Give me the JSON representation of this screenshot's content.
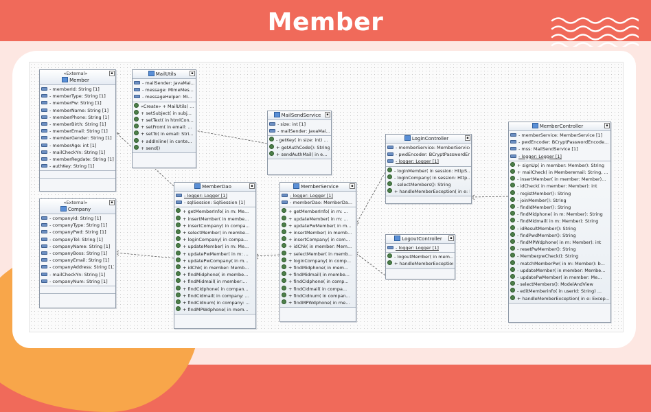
{
  "slide": {
    "title": "Member"
  },
  "classes": {
    "member": {
      "stereotype": "«External»",
      "name": "Member",
      "fields": [
        "- memberId: String [1]",
        "- memberType: String [1]",
        "- memberPw: String [1]",
        "- memberName: String [1]",
        "- memberPhone: String [1]",
        "- memberBirth: String [1]",
        "- memberEmail: String [1]",
        "- memberGender: String [1]",
        "- memberAge: int [1]",
        "- mailCheckYn: String [1]",
        "- memberRegdate: String [1]",
        "- authKey: String [1]"
      ]
    },
    "company": {
      "stereotype": "«External»",
      "name": "Company",
      "fields": [
        "- companyId: String [1]",
        "- companyType: String [1]",
        "- companyPwd: String [1]",
        "- companyTel: String [1]",
        "- companyName: String [1]",
        "- companyBoss: String [1]",
        "- companyEmail: String [1]",
        "- companyAddress: String [1]",
        "- mailCheckYn: String [1]",
        "- companyNum: String [1]"
      ]
    },
    "mailutils": {
      "name": "MailUtils",
      "fields": [
        "- mailSender: JavaMai...",
        "- message: MimeMes...",
        "- messageHelper: Mi..."
      ],
      "operations": [
        "«Create» + MailUtils( ...",
        "+ setSubject( in subj...",
        "+ setText( in htmlCon...",
        "+ setFrom( in email: ...",
        "+ setTo( in email: Stri...",
        "+ addInline( in conte...",
        "+ send()"
      ]
    },
    "mailsendservice": {
      "name": "MailSendService",
      "fields": [
        "- size: int [1]",
        "- mailSender: JavaMai..."
      ],
      "operations": [
        "- getKey( in size: int) ...",
        "+ getAuthCode(): String",
        "+ sendAuthMail( in e..."
      ]
    },
    "membercontroller": {
      "name": "MemberController",
      "fields": [
        "- memberService: MemberService [1]",
        "- pwdEncoder: BCryptPasswordEncode...",
        "- mss: MailSendService [1]",
        "- logger: Logger [1]"
      ],
      "operations": [
        "+ signUp( in member: Member): String",
        "+ mailCheck( in Memberemail: String, ...",
        "- insertMember( in member: Member)...",
        "- idCheck( in member: Member): int",
        "- registMember(): String",
        "- joinMember(): String",
        "- findIdMember(): String",
        "- findMidphone( in m: Member): String",
        "- findMidmail( in m: Member): String",
        "- idResultMember(): String",
        "- findPwdMember(): String",
        "- findMPWdphone( in m: Member): int",
        "- resetPwMember(): String",
        "- MemberpwCheck(): String",
        "- matchMemberPw( in m: Member): b...",
        "- updateMember( in member: Membe...",
        "- updatePwMember( in member: Me...",
        "- selectMembers(): ModelAndView",
        "- editMemberinfo( in userId: String) ...",
        "+ handleMemberException( in e: Excep..."
      ]
    },
    "logincontroller": {
      "name": "LoginController",
      "fields": [
        "- memberService: MemberService ...",
        "- pwdEncoder: BCryptPasswordEn...",
        "- logger: Logger [1]"
      ],
      "operations": [
        "- loginMember( in session: HttpS...",
        "- loginCompany( in session: Http...",
        "- selectMembers(): String",
        "+ handleMemberException( in e: E..."
      ]
    },
    "logoutcontroller": {
      "name": "LogoutController",
      "fields": [
        "- logger: Logger [1]"
      ],
      "operations": [
        "- logoutMember( in mem...",
        "+ handleMemberException..."
      ]
    },
    "memberservice": {
      "name": "MemberService",
      "fields": [
        "- logger: Logger [1]",
        "- memberDao: MemberDa..."
      ],
      "operations": [
        "+ getMemberInfo( in m: ...",
        "+ updateMember( in m: ...",
        "+ updatePwMember( in m...",
        "+ insertMember( in memb...",
        "+ insertCompany( in com...",
        "+ idChk( in member: Mem...",
        "+ selectMember( in memb...",
        "+ loginCompany( in comp...",
        "+ findMidphone( in mem...",
        "+ findMidmail( in membe...",
        "+ findCIdphone( in comp...",
        "+ findCIdmail( in compa...",
        "+ findCIdnum( in compan...",
        "+ findMPWdphone( in me..."
      ]
    },
    "memberdao": {
      "name": "MemberDao",
      "fields": [
        "- logger: Logger [1]",
        "- sqlSession: SqlSession [1]"
      ],
      "operations": [
        "+ getMemberInfo( in m: Me...",
        "+ insertMember( in membe...",
        "+ insertCompany( in compa...",
        "+ selectMember( in membe...",
        "+ loginCompany( in compa...",
        "+ updateMember( in m: Me...",
        "+ updatePwMember( in m: ...",
        "+ updatePwCompany( in m...",
        "+ idChk( in member: Memb...",
        "+ findMidphone( in membe...",
        "+ findMidmail( in member:...",
        "+ findCIdphone( in compan...",
        "+ findCIdmail( in company: ...",
        "+ findCIdnum( in company: ...",
        "+ findMPWdphone( in mem..."
      ]
    }
  }
}
